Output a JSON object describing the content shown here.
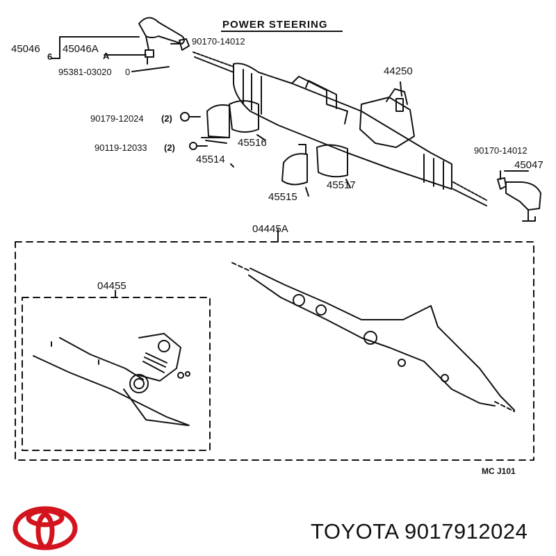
{
  "diagram": {
    "title": "POWER STEERING",
    "figure_code": "MC J101",
    "labels": {
      "tie_rod_end_left": "45046",
      "tie_rod_end_left_sub": "45046A",
      "marker_b": "6",
      "marker_a": "A",
      "cotter_pin": "95381-03020",
      "cotter_pin_mark": "0",
      "nut_left": "90170-14012",
      "gear_assy": "44250",
      "bolt_upper": "90179-12024",
      "bolt_upper_qty": "(2)",
      "bolt_lower": "90119-12033",
      "bolt_lower_qty": "(2)",
      "bracket_upper": "45516",
      "bracket_lower": "45514",
      "grommet_lower": "45515",
      "grommet_right": "45517",
      "nut_right": "90170-14012",
      "tie_rod_end_right": "45047",
      "kit_outer": "04445A",
      "kit_inner": "04455"
    }
  },
  "brand": {
    "name_and_part": "TOYOTA 9017912024",
    "logo_color": "#d3141e"
  }
}
